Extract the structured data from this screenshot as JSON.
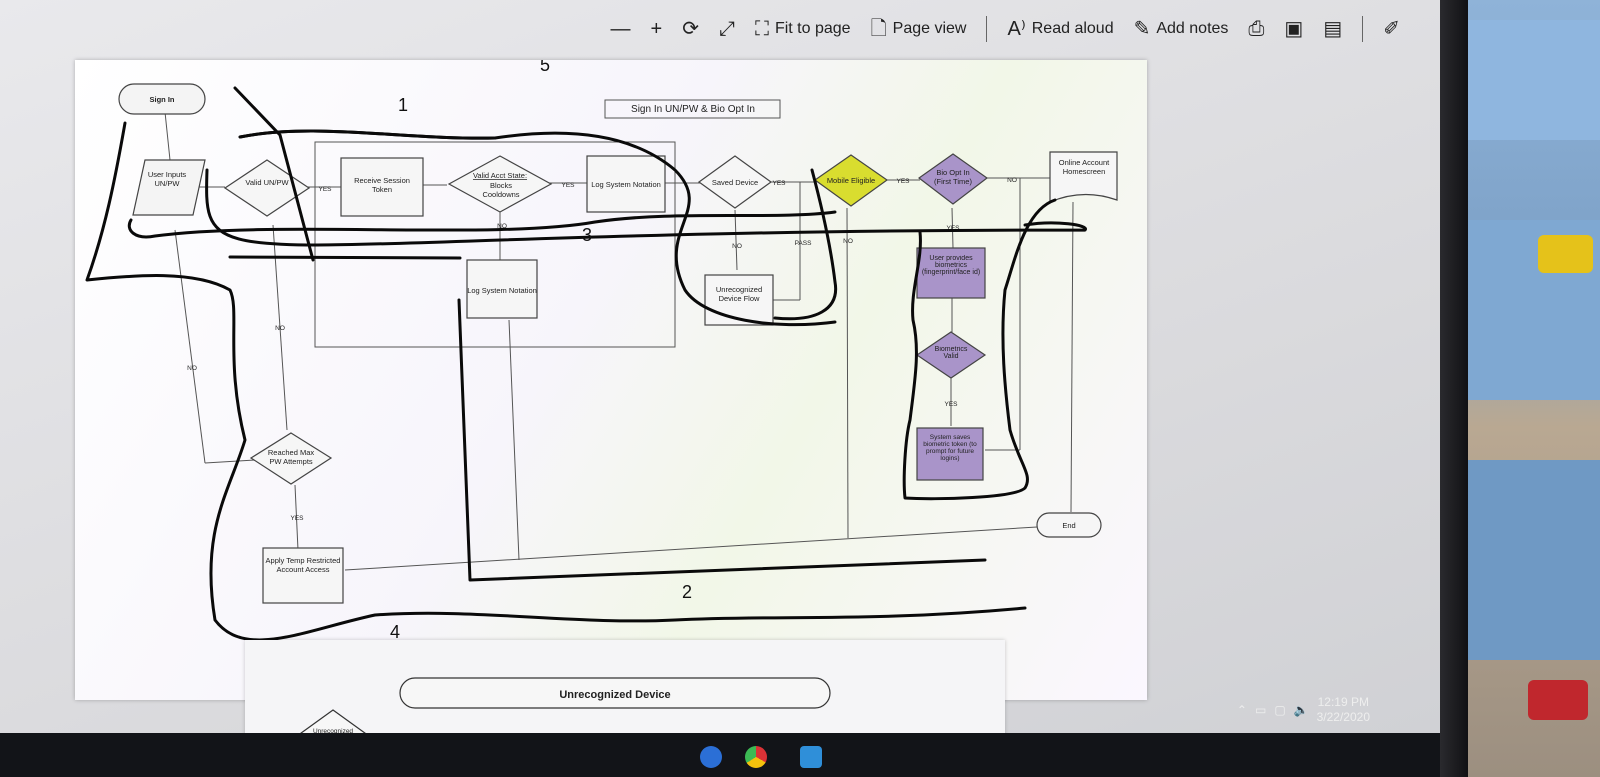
{
  "toolbar": {
    "zoom_out": "—",
    "zoom_in": "+",
    "fit_to_page": "Fit to page",
    "page_view": "Page view",
    "read_aloud": "Read aloud",
    "add_notes": "Add notes"
  },
  "flowchart": {
    "title": "Sign In UN/PW & Bio Opt In",
    "sign_in": "Sign In",
    "user_inputs": "User Inputs UN/PW",
    "valid_unpw": "Valid UN/PW",
    "receive_session_token": "Receive Session Token",
    "valid_acct_state": "Valid Acct State:",
    "blocks_cooldowns": "Blocks Cooldowns",
    "log_system_notation_1": "Log System Notation",
    "log_system_notation_2": "Log System Notation",
    "saved_device": "Saved Device",
    "unrecognized_device_flow": "Unrecognized Device Flow",
    "mobile_eligible": "Mobile Eligible",
    "bio_opt_in": "Bio Opt In (First Time)",
    "online_account_homescreen": "Online Account Homescreen",
    "user_provides_biometrics": "User provides biometrics (fingerprint/face id)",
    "biometrics_valid": "Biometrics Valid",
    "system_saves_token": "System saves biometric token (to prompt for future logins)",
    "reached_max": "Reached Max PW Attempts",
    "apply_temp": "Apply Temp Restricted Account Access",
    "end": "End",
    "yes": "YES",
    "no": "NO",
    "pass": "PASS"
  },
  "annotations": {
    "n1": "1",
    "n2": "2",
    "n3": "3",
    "n4": "4",
    "n5": "5"
  },
  "page2": {
    "banner": "Unrecognized Device",
    "diamond": "Unrecognized Device"
  },
  "tray": {
    "time": "12:19 PM",
    "date": "3/22/2020"
  },
  "colors": {
    "mobile_eligible": "#d9dd2f",
    "purple": "#a994c9"
  }
}
